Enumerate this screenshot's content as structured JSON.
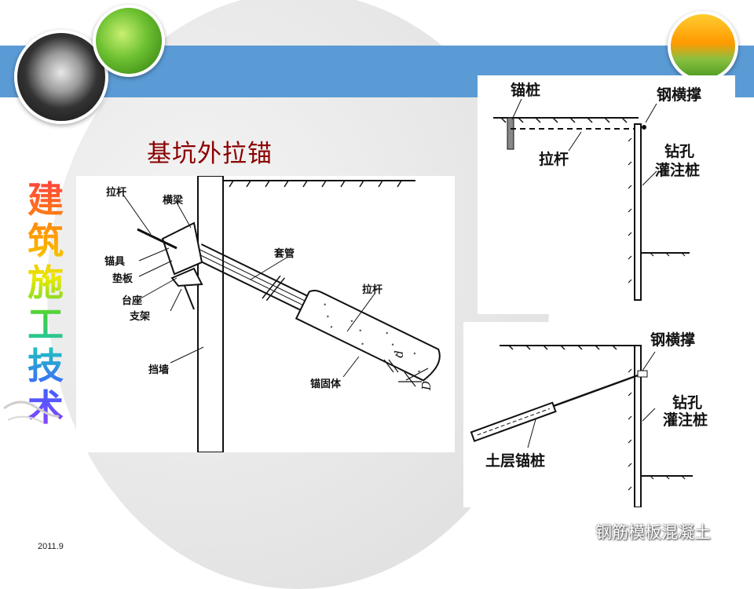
{
  "slide": {
    "title": "基坑外拉锚",
    "side_title": [
      "建",
      "筑",
      "施",
      "工",
      "技",
      "术"
    ],
    "date": "2011.9",
    "watermark": "钢筋模板混凝土",
    "colors": {
      "banner": "#5b9bd5",
      "title": "#8b0000"
    }
  },
  "diagram_main": {
    "labels": {
      "tie_rod_top": "拉杆",
      "crossbeam": "横梁",
      "anchorage": "锚具",
      "pad_plate": "垫板",
      "pedestal": "台座",
      "bracket": "支架",
      "sleeve": "套管",
      "tie_rod_mid": "拉杆",
      "retaining_wall": "挡墙",
      "anchor_body": "锚固体",
      "dim_small": "d",
      "dim_large": "D"
    }
  },
  "diagram_top_right": {
    "labels": {
      "anchor_pile": "锚桩",
      "steel_strut": "钢横撑",
      "tie_rod": "拉杆",
      "bored_pile_1": "钻孔",
      "bored_pile_2": "灌注桩"
    }
  },
  "diagram_bottom_right": {
    "labels": {
      "steel_strut": "钢横撑",
      "bored_pile_1": "钻孔",
      "bored_pile_2": "灌注桩",
      "soil_anchor": "土层锚桩"
    }
  }
}
